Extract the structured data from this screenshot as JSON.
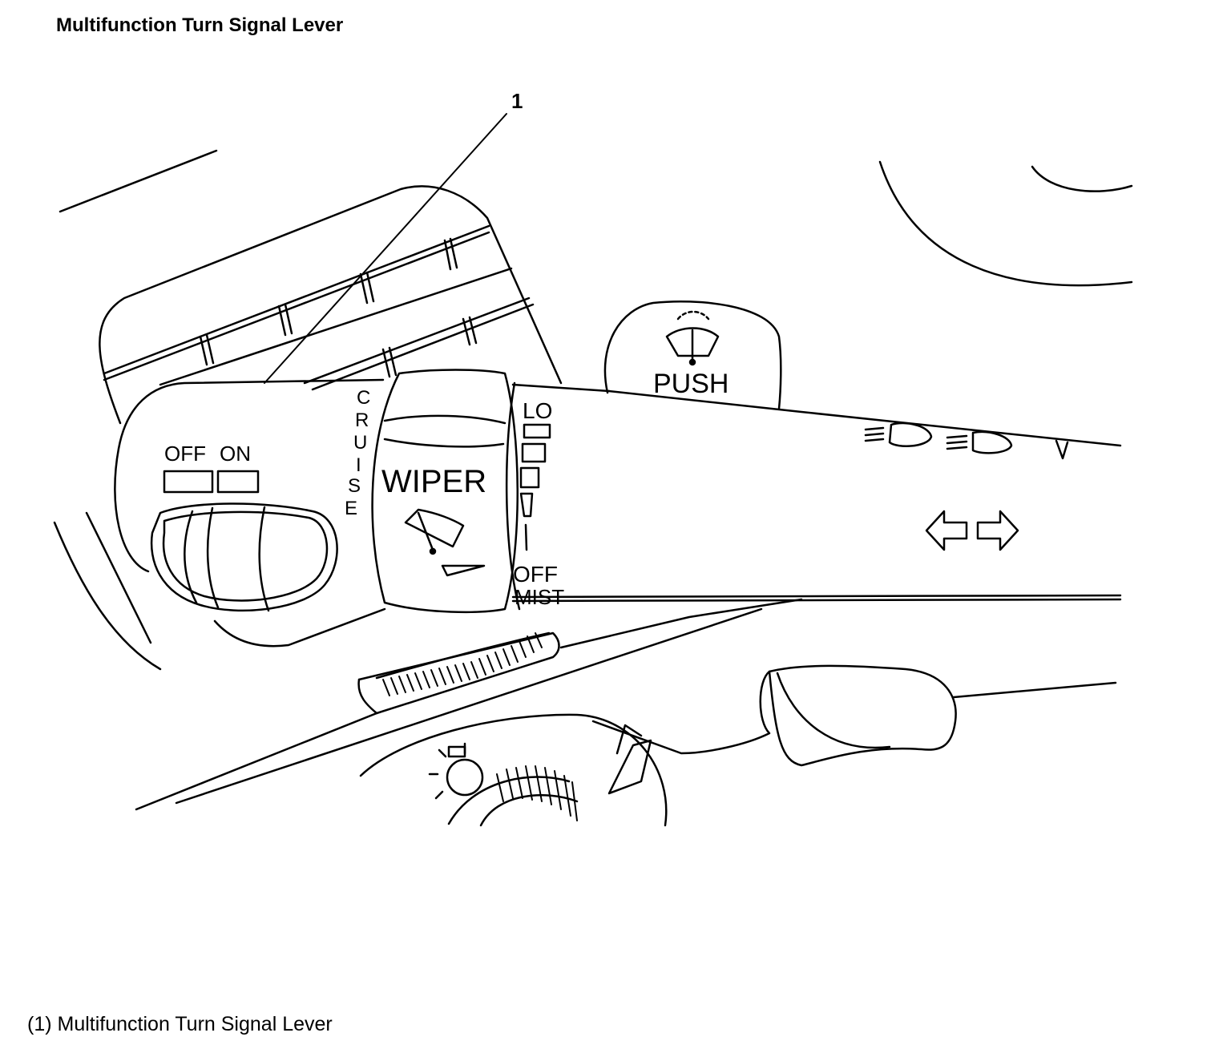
{
  "title": "Multifunction Turn Signal Lever",
  "caption": "(1) Multifunction Turn Signal Lever",
  "callout": "1",
  "labels": {
    "off": "OFF",
    "on": "ON",
    "cruise": [
      "C",
      "R",
      "U",
      "I",
      "S",
      "E"
    ],
    "wiper": "WIPER",
    "lo": "LO",
    "off_speed": "OFF",
    "mist": "MIST",
    "push": "PUSH"
  },
  "icons": [
    "wiper-icon",
    "washer-wiper-icon",
    "high-beam-icon",
    "low-beam-icon",
    "turn-left-arrow-icon",
    "turn-right-arrow-icon",
    "dash-light-icon"
  ],
  "colors": {
    "ink": "#000000",
    "paper": "#ffffff"
  }
}
